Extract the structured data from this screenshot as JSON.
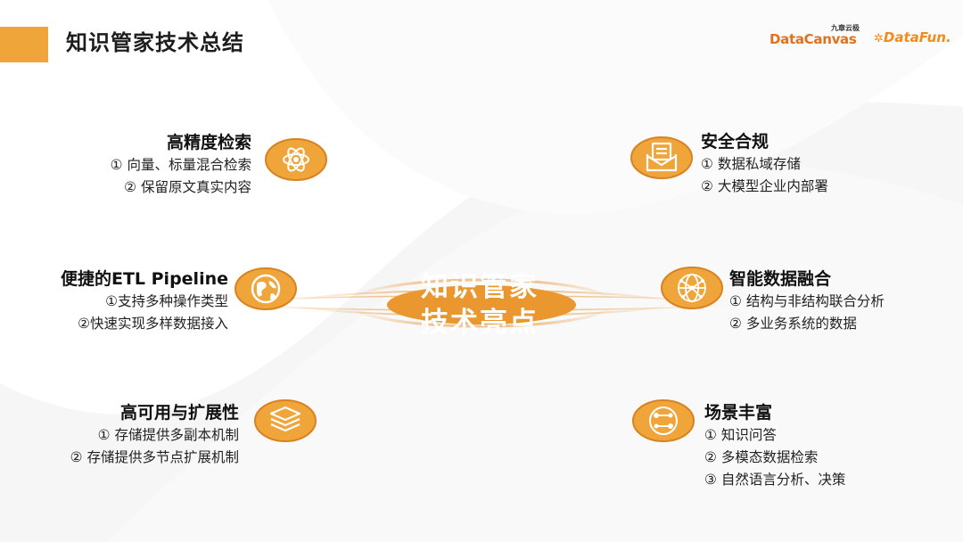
{
  "header": {
    "title": "知识管家技术总结",
    "logo_datacanvas_small": "九章云极",
    "logo_datacanvas": "DataCanvas",
    "logo_datafun": "DataFun."
  },
  "center": {
    "line1": "知识管家",
    "line2": "技术亮点"
  },
  "features": {
    "top_left": {
      "title": "高精度检索",
      "lines": [
        "① 向量、标量混合检索",
        "② 保留原文真实内容"
      ],
      "icon": "atom-icon"
    },
    "mid_left": {
      "title": "便捷的ETL Pipeline",
      "lines": [
        "①支持多种操作类型",
        "②快速实现多样数据接入"
      ],
      "icon": "globe-icon"
    },
    "bottom_left": {
      "title": "高可用与扩展性",
      "lines": [
        "① 存储提供多副本机制",
        "② 存储提供多节点扩展机制"
      ],
      "icon": "layers-icon"
    },
    "top_right": {
      "title": "安全合规",
      "lines": [
        "① 数据私域存储",
        "② 大模型企业内部署"
      ],
      "icon": "envelope-icon"
    },
    "mid_right": {
      "title": "智能数据融合",
      "lines": [
        "① 结构与非结构联合分析",
        "② 多业务系统的数据"
      ],
      "icon": "network-globe-icon"
    },
    "bottom_right": {
      "title": "场景丰富",
      "lines": [
        "① 知识问答",
        "② 多模态数据检索",
        "③ 自然语言分析、决策"
      ],
      "icon": "nodes-icon"
    }
  },
  "colors": {
    "accent": "#f0a53a",
    "accent_dark": "#e58a1f"
  }
}
